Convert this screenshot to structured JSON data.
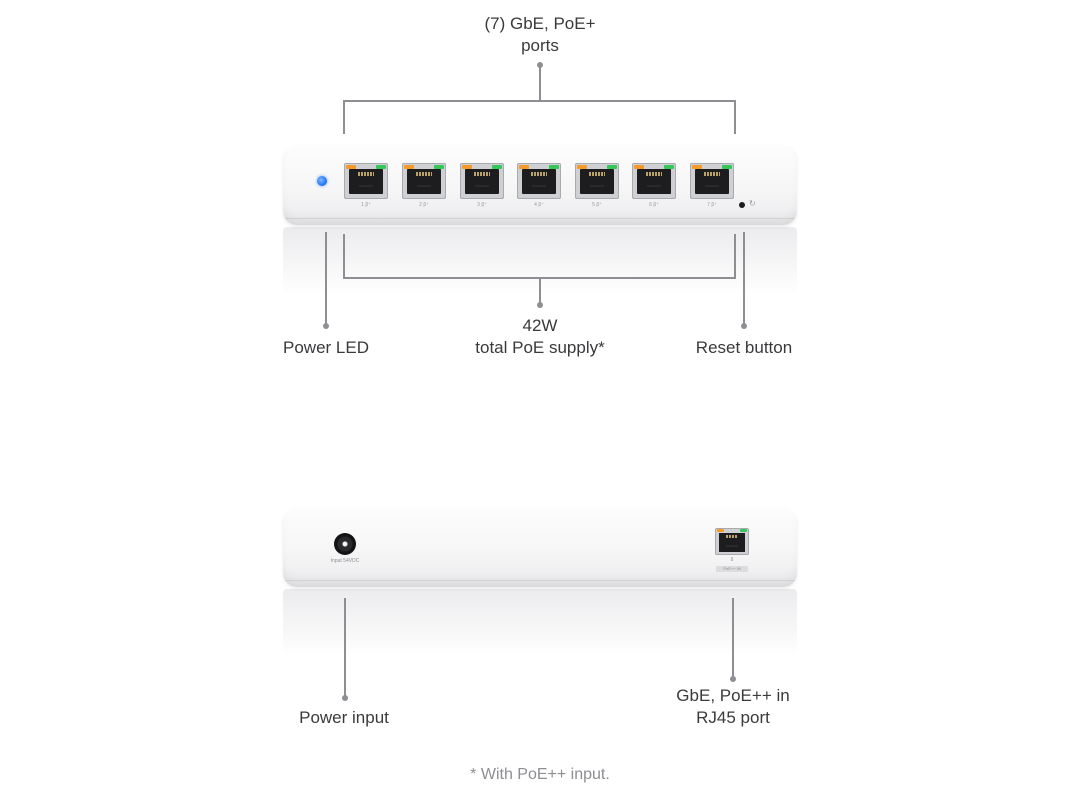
{
  "callouts": {
    "ports": [
      "(7) GbE, PoE+",
      "ports"
    ],
    "poe_supply": [
      "42W",
      "total PoE supply*"
    ],
    "power_led": "Power LED",
    "reset_button": "Reset button",
    "power_input": "Power input",
    "uplink_port": [
      "GbE, PoE++ in",
      "RJ45 port"
    ]
  },
  "footnote": "* With PoE++ input.",
  "front_panel": {
    "port_labels": [
      "1 β⁺",
      "2 β⁺",
      "3 β⁺",
      "4 β⁺",
      "5 β⁺",
      "6 β⁺",
      "7 β⁺"
    ],
    "reset_icon": "↻"
  },
  "back_panel": {
    "dc_text": "Input 54VDC",
    "uplink_number": "8",
    "uplink_badge": "PoE++ IN"
  },
  "colors": {
    "led_orange": "#f59a2b",
    "led_green": "#35c759",
    "power_led": "#1a6ff0",
    "callout_line": "#8e8e93"
  }
}
